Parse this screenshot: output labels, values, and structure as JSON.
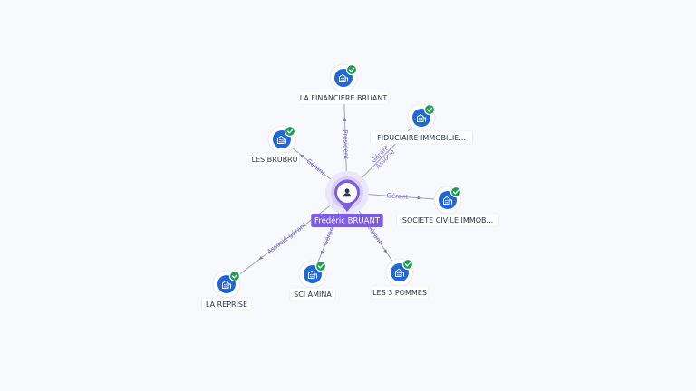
{
  "center": {
    "name": "Frédéric BRUANT",
    "icon": "person-icon",
    "color": "#7c5ce0"
  },
  "companies": [
    {
      "id": "financiere",
      "name": "LA FINANCIERE BRUANT",
      "role": "Président",
      "verified": true,
      "icon": "building-icon"
    },
    {
      "id": "fiduciaire",
      "name": "FIDUCIAIRE IMMOBILIE...",
      "role": "Gérant Associé",
      "verified": true,
      "icon": "building-icon"
    },
    {
      "id": "brubru",
      "name": "LES BRUBRU",
      "role": "Gérant",
      "verified": true,
      "icon": "building-icon"
    },
    {
      "id": "societe",
      "name": "SOCIETE CIVILE IMMOB...",
      "role": "Gérant",
      "verified": true,
      "icon": "building-icon"
    },
    {
      "id": "reprise",
      "name": "LA REPRISE",
      "role": "Associé-gérant",
      "verified": true,
      "icon": "building-icon"
    },
    {
      "id": "amina",
      "name": "SCI AMINA",
      "role": "Gérant",
      "verified": true,
      "icon": "building-icon"
    },
    {
      "id": "pommes",
      "name": "LES 3 POMMES",
      "role": "Gérant",
      "verified": true,
      "icon": "building-icon"
    }
  ],
  "colors": {
    "company": "#1f66d6",
    "verified": "#1f9d55",
    "edge_label": "#7d6ad6"
  }
}
